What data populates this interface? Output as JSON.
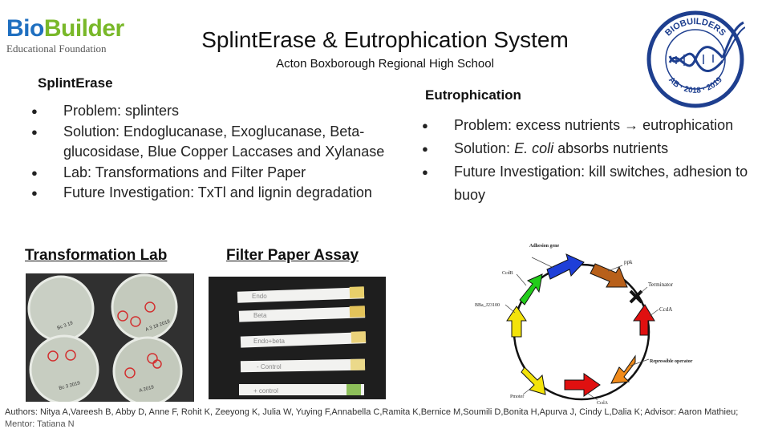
{
  "logo": {
    "word_b": "Bio",
    "word_rest": "Builder",
    "sub": "Educational Foundation"
  },
  "title": "SplintErase & Eutrophication System",
  "subtitle": "Acton Boxborough Regional High School",
  "seal": {
    "top_text": "BIOBUILDERS",
    "bottom_text": "AB · 2018 · 2019"
  },
  "splinterase": {
    "heading": "SplintErase",
    "bullets": [
      "Problem: splinters",
      "Solution: Endoglucanase, Exoglucanase, Beta-glucosidase, Blue Copper Laccases and Xylanase",
      "Lab: Transformations and Filter Paper",
      "Future Investigation: TxTl and lignin degradation"
    ]
  },
  "eutrophication": {
    "heading": "Eutrophication",
    "bullet1": "Problem: excess nutrients → eutrophication",
    "bullet2_prefix": "Solution: ",
    "bullet2_italic": "E. coli",
    "bullet2_suffix": " absorbs nutrients",
    "bullet3": "Future Investigation: kill switches, adhesion to buoy"
  },
  "transformation": {
    "caption": "Transformation Lab",
    "plate_labels": [
      "Bc 3 19",
      "A 3 19 2019",
      "Bc 3 2019",
      "A 2019"
    ]
  },
  "filter_paper": {
    "caption": "Filter Paper Assay",
    "strip_labels": [
      "Endo",
      "Beta",
      "Endo+beta",
      "- Control",
      "+ control"
    ]
  },
  "plasmid": {
    "labels": {
      "adhesion": "Adhesion gene",
      "ppk": "ppk",
      "terminator": "Terminator",
      "ccda_right": "CcdA",
      "repressible": "Repressible operator",
      "ccda_bottom": "CcdA",
      "promoter": "Pmoter",
      "bba": "BBa_J23100",
      "ccdb": "CcdB"
    }
  },
  "authors": {
    "text": "Authors: Nitya A,Vareesh B, Abby D, Anne F, Rohit K, Zeeyong K, Julia W, Yuying F,Annabella C,Ramita K,Bernice M,Soumili D,Bonita H,Apurva J, Cindy L,Dalia K;  Advisor: Aaron Mathieu;",
    "mentor": "Mentor: Tatiana N"
  },
  "colors": {
    "logo_blue": "#1f6fc0",
    "logo_green": "#79b829",
    "seal_blue": "#1e3f8f"
  }
}
